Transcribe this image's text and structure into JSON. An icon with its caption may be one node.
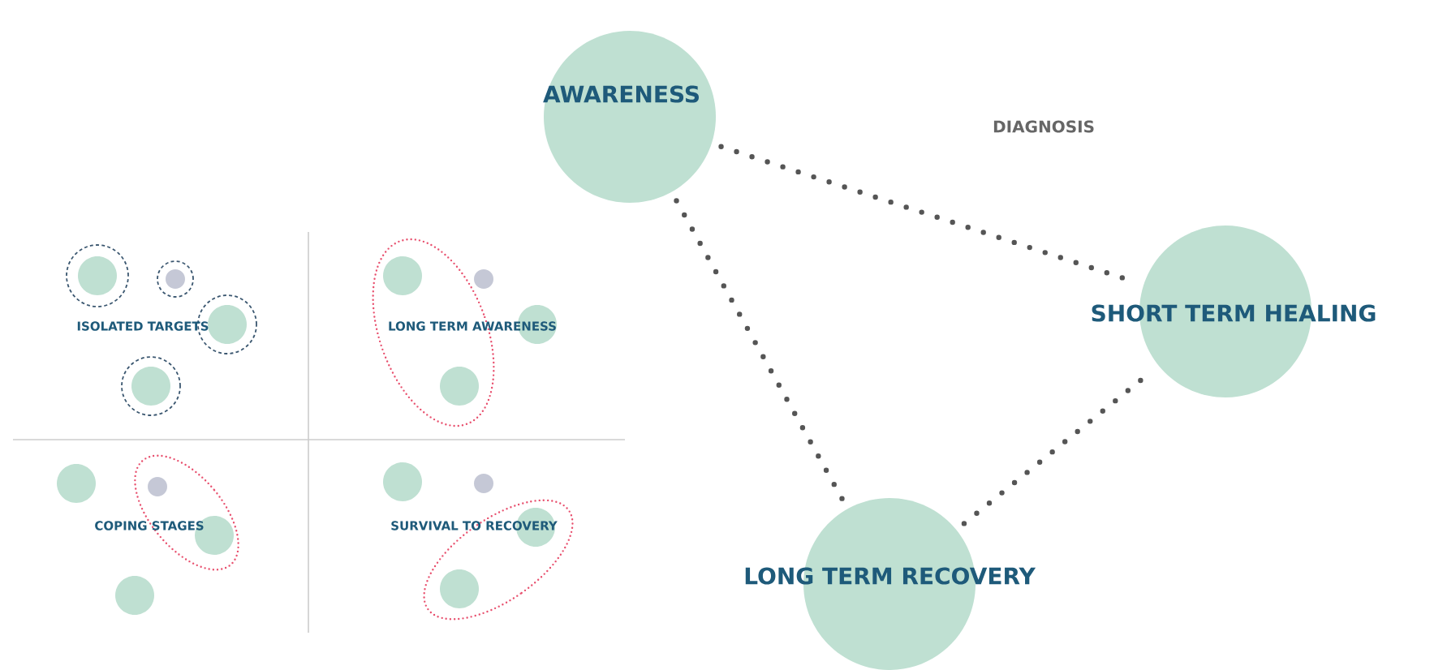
{
  "diagram": {
    "nodes": [
      {
        "text": [
          "AWARENESS"
        ]
      },
      {
        "text": [
          "SHORT TERM HEALING"
        ]
      },
      {
        "text": [
          "LONG TERM RECOVERY"
        ]
      }
    ],
    "edges": [
      {
        "from": 0,
        "to": 1,
        "arrow": "none"
      },
      {
        "from": 0,
        "to": 2,
        "arrow": "none"
      },
      {
        "from": 2,
        "to": 1,
        "arrow": "none"
      }
    ],
    "labels": [
      "DIAGNOSIS",
      "ISOLATED TARGETS",
      "LONG TERM AWARENESS",
      "COPING STAGES",
      "SURVIVAL TO RECOVERY"
    ]
  }
}
